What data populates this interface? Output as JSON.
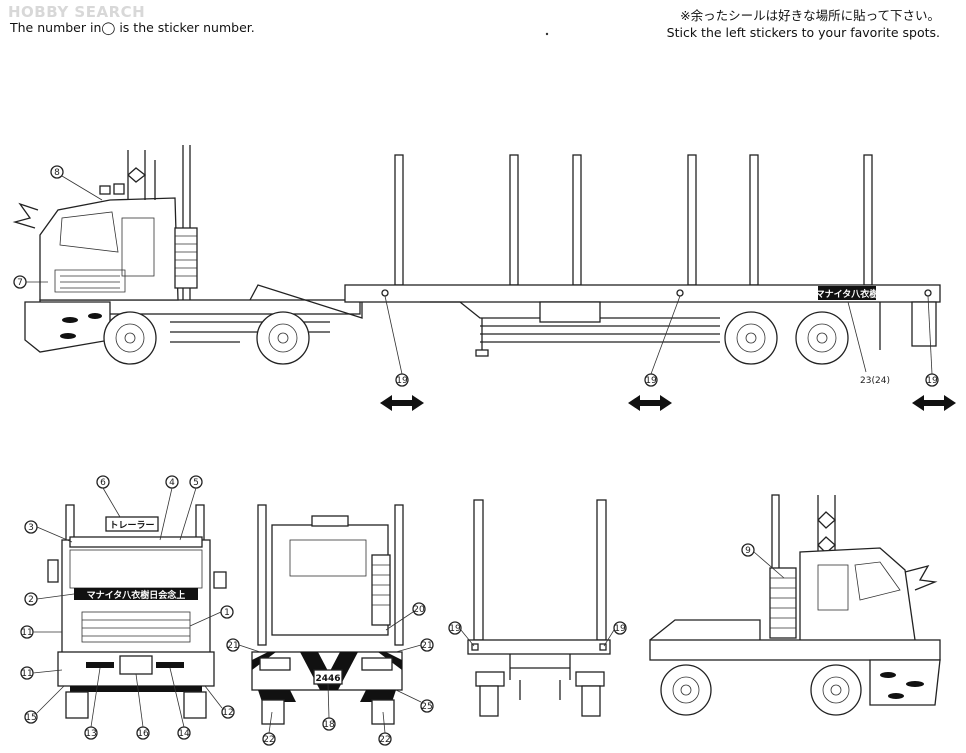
{
  "header": {
    "watermark": "HOBBY SEARCH",
    "left_line2": "The number in◯ is the sticker number.",
    "right_line1": "※余ったシールは好きな場所に貼って下さい。",
    "right_line2": "Stick the left stickers to your favorite spots."
  },
  "stickers": {
    "s1": "1",
    "s2": "2",
    "s3": "3",
    "s4": "4",
    "s5": "5",
    "s6": "6",
    "s7": "7",
    "s8": "8",
    "s9": "9",
    "s11": "11",
    "s12": "12",
    "s13": "13",
    "s14": "14",
    "s15": "15",
    "s16": "16",
    "s18": "18",
    "s19": "19",
    "s20": "20",
    "s21": "21",
    "s22": "22",
    "s23": "23(24)",
    "s25": "25"
  },
  "labels": {
    "trailer_side_sign": "マナイタ八衣樹",
    "front_sign": "トレーラー",
    "front_windshield_banner": "マナイタ八衣樹日会念上",
    "rear_plate": "2446"
  }
}
